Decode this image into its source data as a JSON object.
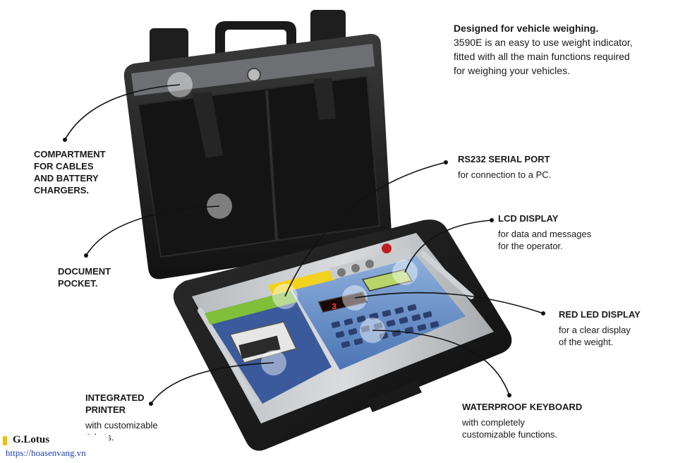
{
  "intro": {
    "title": "Designed for vehicle weighing.",
    "line1": "3590E is an easy to use weight indicator,",
    "line2": "fitted with all the main functions required",
    "line3": "for weighing your vehicles."
  },
  "callouts": {
    "compartment": {
      "l1": "COMPARTMENT",
      "l2": "FOR CABLES",
      "l3": "AND BATTERY",
      "l4": "CHARGERS."
    },
    "document": {
      "l1": "DOCUMENT",
      "l2": "POCKET."
    },
    "rs232": {
      "title": "RS232 SERIAL PORT",
      "desc": "for connection to a PC."
    },
    "lcd": {
      "title": "LCD DISPLAY",
      "d1": "for data and messages",
      "d2": "for the operator."
    },
    "led": {
      "title": "RED LED DISPLAY",
      "d1": "for a clear display",
      "d2": "of the weight."
    },
    "printer": {
      "l1": "INTEGRATED",
      "l2": "PRINTER",
      "d1": "with customizable",
      "d2": "tickets."
    },
    "keyboard": {
      "title": "WATERPROOF KEYBOARD",
      "d1": "with completely",
      "d2": "customizable functions."
    }
  },
  "device": {
    "led_readout": "3"
  },
  "watermark": {
    "title": "G.Lotus",
    "url": "https://hoasenvang.vn"
  },
  "colors": {
    "case": "#1b1b1b",
    "panel": "#5b86c4",
    "printer_bar": "#7fbf3a",
    "led": "#d62020"
  }
}
